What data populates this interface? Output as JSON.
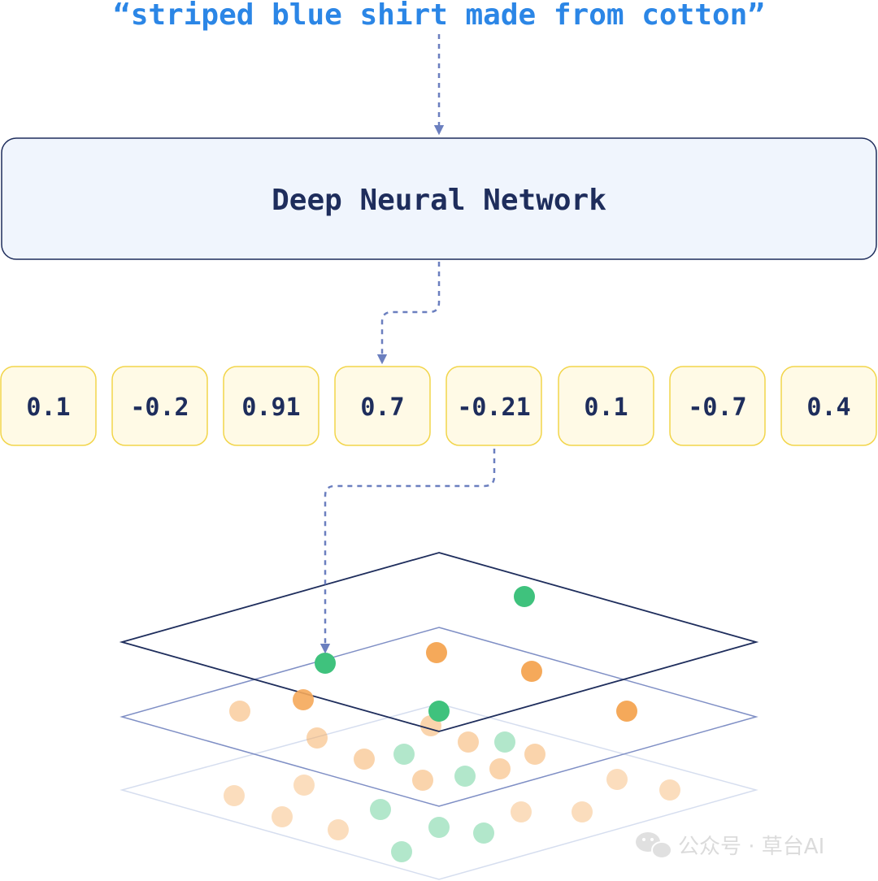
{
  "query": "“striped blue shirt made from cotton”",
  "network_label": "Deep Neural Network",
  "embedding_values": [
    "0.1",
    "-0.2",
    "0.91",
    "0.7",
    "-0.21",
    "0.1",
    "-0.7",
    "0.4"
  ],
  "colors": {
    "query": "#2b86e6",
    "network_fill": "#f0f5fd",
    "network_stroke": "#1e2d5c",
    "cell_fill": "#fffae6",
    "cell_stroke": "#f2d54a",
    "arrow": "#6b7fbf",
    "plane_top": "#1e2d5c",
    "plane_mid": "#7f8fc5",
    "plane_bottom": "#d6deef",
    "point_green": "#3fc27d",
    "point_orange": "#f5a95a"
  },
  "watermark": {
    "icon": "wechat-icon",
    "text": "公众号 · 草台AI"
  }
}
